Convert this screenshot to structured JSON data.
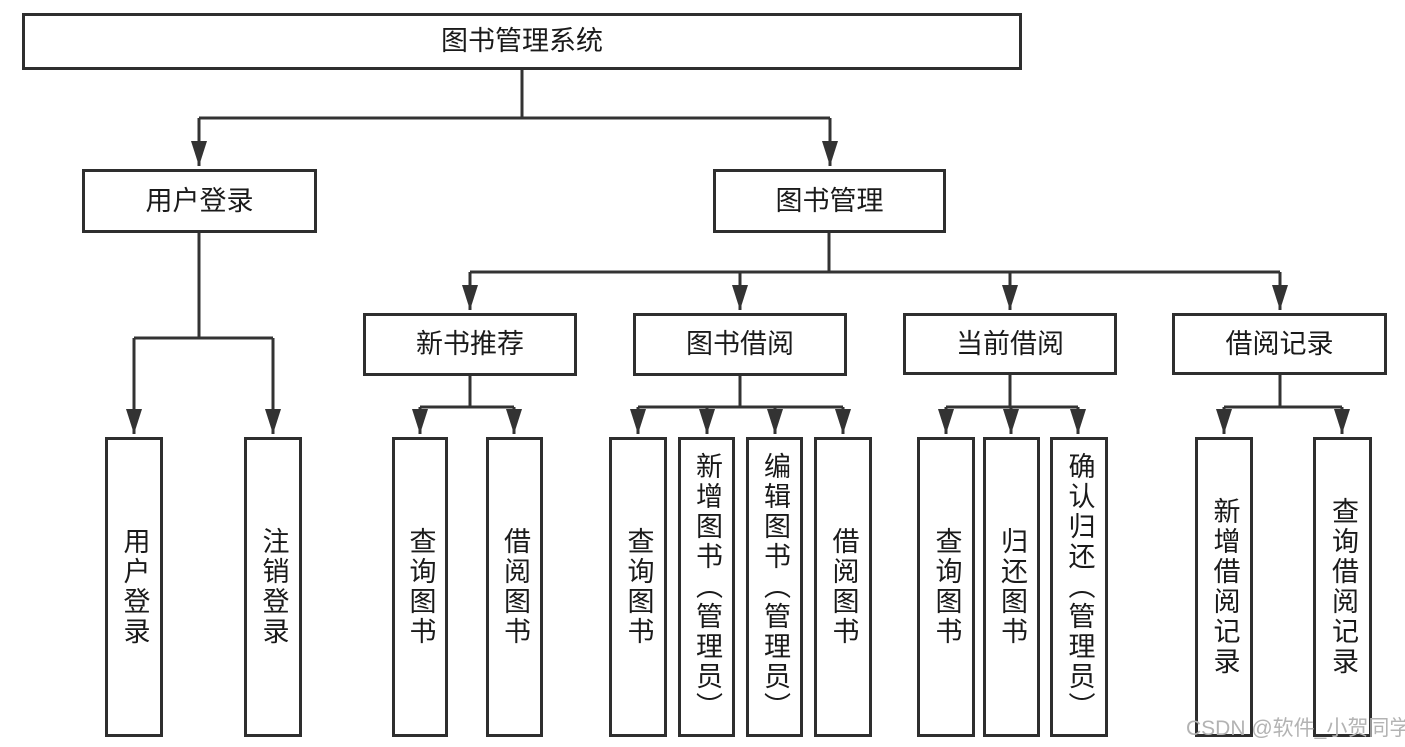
{
  "diagram": {
    "root": {
      "label": "图书管理系统",
      "children": [
        {
          "label": "用户登录",
          "children": [
            {
              "label": "用户登录"
            },
            {
              "label": "注销登录"
            }
          ]
        },
        {
          "label": "图书管理",
          "children": [
            {
              "label": "新书推荐",
              "children": [
                {
                  "label": "查询图书"
                },
                {
                  "label": "借阅图书"
                }
              ]
            },
            {
              "label": "图书借阅",
              "children": [
                {
                  "label": "查询图书"
                },
                {
                  "label": "新增图书（管理员）"
                },
                {
                  "label": "编辑图书（管理员）"
                },
                {
                  "label": "借阅图书"
                }
              ]
            },
            {
              "label": "当前借阅",
              "children": [
                {
                  "label": "查询图书"
                },
                {
                  "label": "归还图书"
                },
                {
                  "label": "确认归还（管理员）"
                }
              ]
            },
            {
              "label": "借阅记录",
              "children": [
                {
                  "label": "新增借阅记录"
                },
                {
                  "label": "查询借阅记录"
                }
              ]
            }
          ]
        }
      ]
    }
  },
  "watermark": {
    "text": "CSDN @软件_小贺同学"
  },
  "colors": {
    "line": "#333333",
    "box_border": "#2e2e2e",
    "box_fill": "#ffffff",
    "text": "#1a1a1a",
    "background": "#ffffff",
    "watermark": "#b3b3b3"
  }
}
